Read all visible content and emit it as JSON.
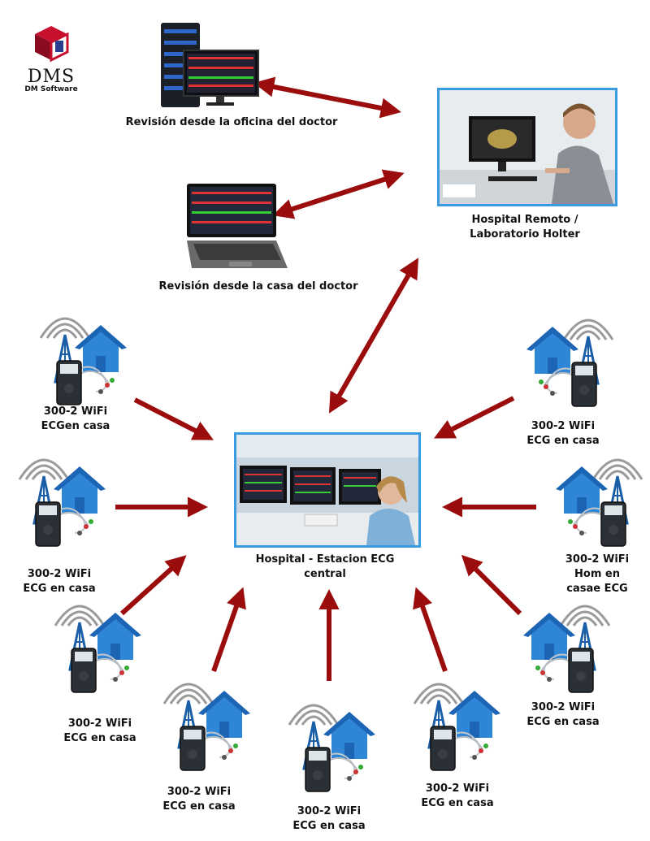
{
  "logo": {
    "brand": "DMS",
    "subtitle": "DM Software",
    "mark_color": "#c8102e"
  },
  "colors": {
    "arrow": "#9b0c0c",
    "frame": "#3a9be0",
    "house": "#2f86d6",
    "tower": "#1a5fa8"
  },
  "nodes": {
    "office": {
      "label": "Revisión desde la oficina del doctor",
      "icon": "server-workstation-icon"
    },
    "home_doctor": {
      "label": "Revisión desde la casa del doctor",
      "icon": "laptop-icon"
    },
    "remote_hospital": {
      "label": "Hospital  Remoto /\nLaboratorio Holter",
      "icon": "doctor-at-monitor-photo"
    },
    "central_station": {
      "label": "Hospital - Estacion ECG\ncentral",
      "icon": "nurse-ecg-station-photo"
    }
  },
  "wifi_devices": [
    {
      "label": "300-2 WiFi\nECGen casa"
    },
    {
      "label": "300-2 WiFi\nECG en casa"
    },
    {
      "label": "300-2 WiFi\nECG en casa"
    },
    {
      "label": "300-2 WiFi\nECG en casa"
    },
    {
      "label": "300-2 WiFi\nECG en casa"
    },
    {
      "label": "300-2 WiFi\nECG en casa"
    },
    {
      "label": "300-2 WiFi\nECG en casa"
    },
    {
      "label": "300-2 WiFi\nHom en\ncasae ECG"
    },
    {
      "label": "300-2 WiFi\nECG en casa"
    }
  ]
}
